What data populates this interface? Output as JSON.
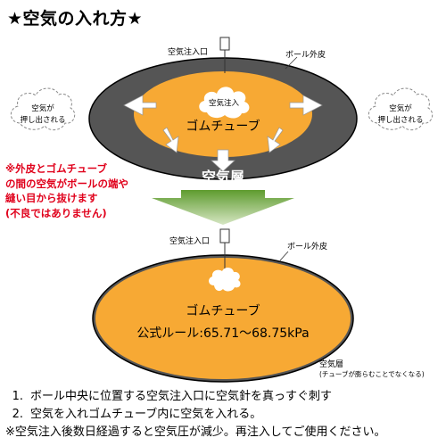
{
  "title": "★空気の入れ方★",
  "top_diagram": {
    "inlet_label": "空気注入口",
    "outer_label": "ボール外皮",
    "injection_label": "空気注入",
    "tube_label": "ゴムチューブ",
    "air_layer_label": "空気層",
    "left_cloud_lines": [
      "空気が",
      "押し出される"
    ],
    "right_cloud_lines": [
      "空気が",
      "押し出される"
    ]
  },
  "note_lines": [
    "※外皮とゴムチューブ",
    "の間の空気がボールの端や",
    "縫い目から抜けます",
    "(不良ではありません)"
  ],
  "bottom_diagram": {
    "inlet_label": "空気注入口",
    "outer_label": "ボール外皮",
    "tube_label": "ゴムチューブ",
    "rule_label": "公式ルール:65.71～68.75kPa",
    "air_layer_label": "空気層",
    "air_layer_sub": "(チューブが膨らむことでなくなる)"
  },
  "steps": [
    {
      "num": "1.",
      "text": "ボール中央に位置する空気注入口に空気針を真っすぐ刺す"
    },
    {
      "num": "2.",
      "text": "空気を入れゴムチューブ内に空気を入れる。"
    },
    {
      "num": "※",
      "text": "空気注入後数日経過すると空気圧が減少。再注入してご使用ください。"
    }
  ],
  "colors": {
    "tube_fill": "#f7a934",
    "outer_shell": "#555555",
    "arrow_fill": "#ffffff",
    "down_arrow_top": "#5e9b2e",
    "down_arrow_bottom": "#d6e6c3",
    "note_red": "#e0001b"
  }
}
